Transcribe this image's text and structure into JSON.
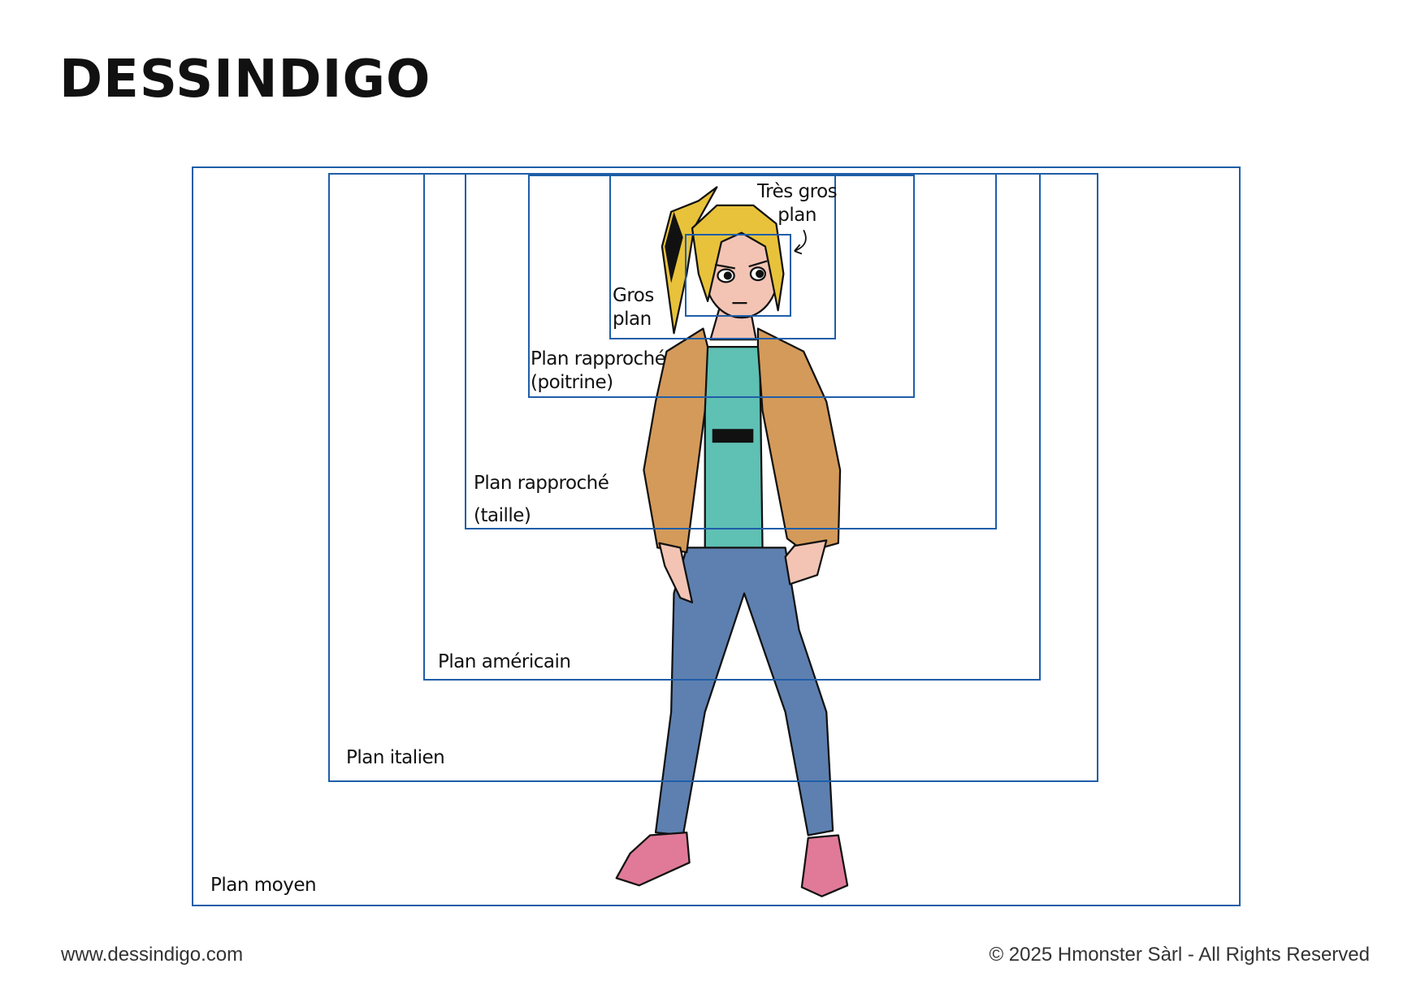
{
  "brand": {
    "logo": "DESSINDIGO"
  },
  "shots": [
    {
      "id": "plan-moyen",
      "label": "Plan moyen"
    },
    {
      "id": "plan-italien",
      "label": "Plan italien"
    },
    {
      "id": "plan-americain",
      "label": "Plan américain"
    },
    {
      "id": "plan-rapproche-taille",
      "label": "Plan rapproché",
      "sub": "(taille)"
    },
    {
      "id": "plan-rapproche-poitrine",
      "label": "Plan rapproché",
      "sub": "(poitrine)"
    },
    {
      "id": "gros-plan",
      "label": "Gros",
      "sub": "plan"
    },
    {
      "id": "tres-gros-plan",
      "label": "Très gros",
      "sub": "plan"
    }
  ],
  "colors": {
    "frame": "#1f5ea8",
    "hair": "#e8c23a",
    "jacket": "#d49a5a",
    "shirt": "#5fc0b4",
    "jeans": "#5d80b0",
    "shoes": "#e07a98",
    "skin": "#f3c4b4"
  },
  "footer": {
    "website": "www.dessindigo.com",
    "copyright": "© 2025 Hmonster Sàrl - All Rights Reserved"
  }
}
